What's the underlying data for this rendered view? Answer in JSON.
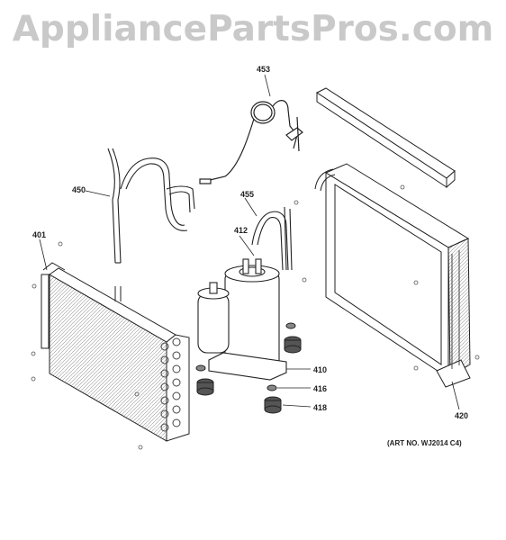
{
  "watermark": "AppliancePartsPros.com",
  "art_number": "(ART NO. WJ2014 C4)",
  "parts": [
    {
      "id": "453",
      "name": "part-453-capillary-tube"
    },
    {
      "id": "450",
      "name": "part-450-discharge-tube"
    },
    {
      "id": "455",
      "name": "part-455-suction-tube"
    },
    {
      "id": "412",
      "name": "part-412-compressor-fitting"
    },
    {
      "id": "401",
      "name": "part-401-condenser"
    },
    {
      "id": "410",
      "name": "part-410-compressor"
    },
    {
      "id": "416",
      "name": "part-416-grommet-nut"
    },
    {
      "id": "418",
      "name": "part-418-grommet"
    },
    {
      "id": "420",
      "name": "part-420-evaporator"
    }
  ]
}
